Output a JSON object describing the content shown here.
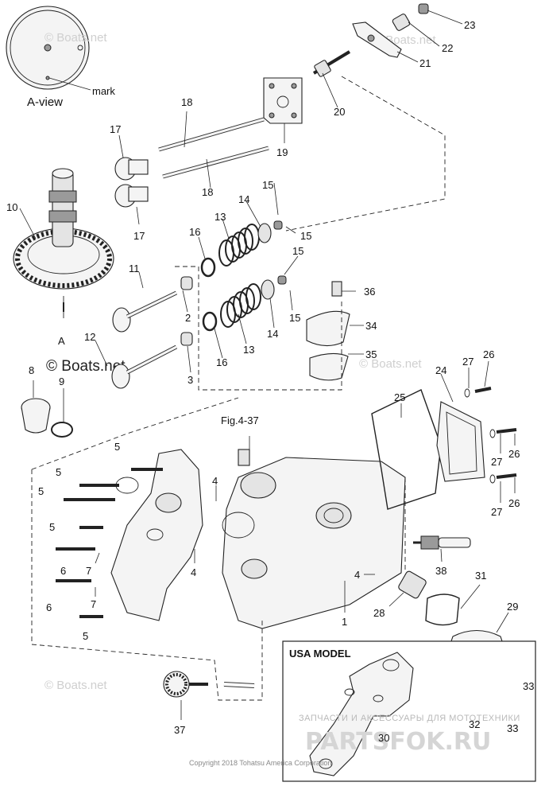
{
  "view_label": "A-view",
  "mark_label": "mark",
  "a_label": "A",
  "fig_ref": "Fig.4-37",
  "inset_title": "USA MODEL",
  "watermark_text": "© Boats.net",
  "copyright": "Copyright 2018 Tohatsu America Corporation",
  "tagline": "ЗАПЧАСТИ И АКСЕССУАРЫ ДЛЯ МОТОТЕХНИКИ",
  "brand": "PARTSFOK.RU",
  "callouts": [
    {
      "text": "23"
    },
    {
      "text": "22"
    },
    {
      "text": "21"
    },
    {
      "text": "20"
    },
    {
      "text": "18"
    },
    {
      "text": "17"
    },
    {
      "text": "19"
    },
    {
      "text": "18"
    },
    {
      "text": "10"
    },
    {
      "text": "17"
    },
    {
      "text": "15"
    },
    {
      "text": "14"
    },
    {
      "text": "13"
    },
    {
      "text": "15"
    },
    {
      "text": "16"
    },
    {
      "text": "15"
    },
    {
      "text": "11"
    },
    {
      "text": "2"
    },
    {
      "text": "36"
    },
    {
      "text": "15"
    },
    {
      "text": "14"
    },
    {
      "text": "34"
    },
    {
      "text": "13"
    },
    {
      "text": "12"
    },
    {
      "text": "16"
    },
    {
      "text": "3"
    },
    {
      "text": "35"
    },
    {
      "text": "8"
    },
    {
      "text": "9"
    },
    {
      "text": "27"
    },
    {
      "text": "26"
    },
    {
      "text": "24"
    },
    {
      "text": "25"
    },
    {
      "text": "5"
    },
    {
      "text": "26"
    },
    {
      "text": "27"
    },
    {
      "text": "5"
    },
    {
      "text": "4"
    },
    {
      "text": "5"
    },
    {
      "text": "27"
    },
    {
      "text": "26"
    },
    {
      "text": "5"
    },
    {
      "text": "6"
    },
    {
      "text": "7"
    },
    {
      "text": "4"
    },
    {
      "text": "38"
    },
    {
      "text": "6"
    },
    {
      "text": "7"
    },
    {
      "text": "31"
    },
    {
      "text": "4"
    },
    {
      "text": "1"
    },
    {
      "text": "28"
    },
    {
      "text": "5"
    },
    {
      "text": "29"
    },
    {
      "text": "33"
    },
    {
      "text": "37"
    },
    {
      "text": "32"
    },
    {
      "text": "33"
    },
    {
      "text": "30"
    }
  ]
}
